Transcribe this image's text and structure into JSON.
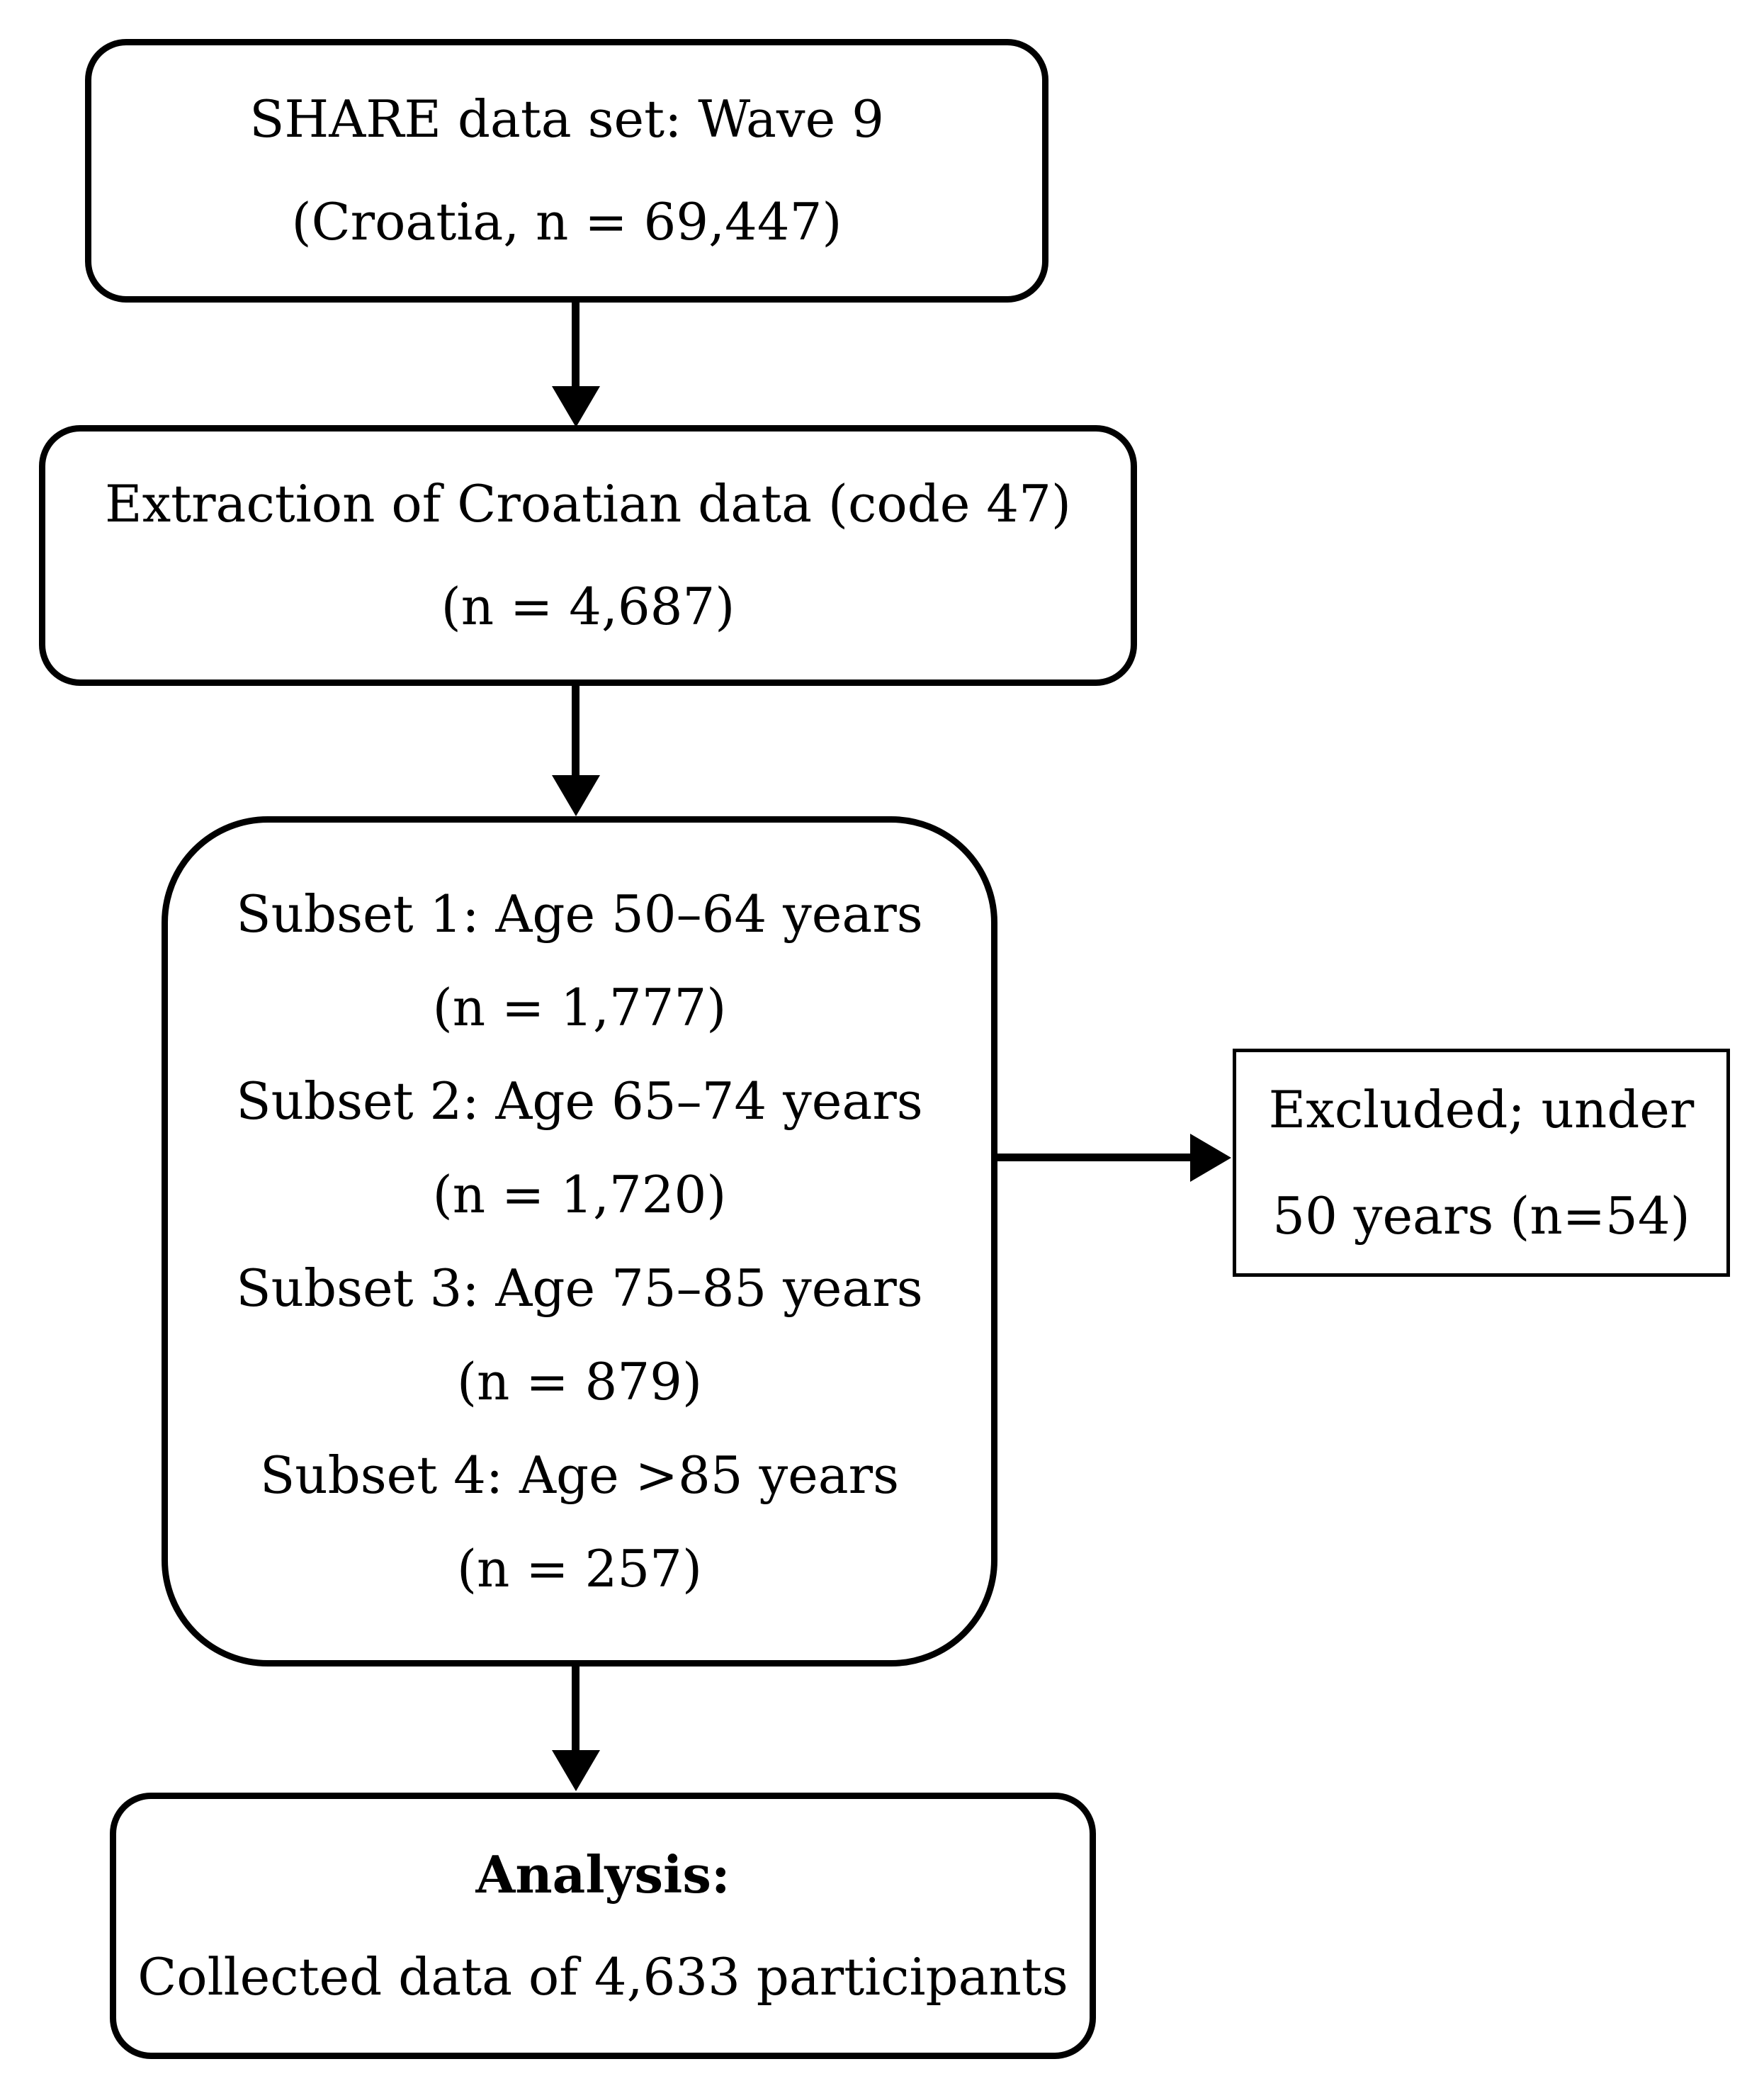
{
  "flowchart": {
    "colors": {
      "line": "#000000",
      "background": "#ffffff",
      "text": "#000000"
    },
    "share_box": {
      "line1": "SHARE data set: Wave 9",
      "line2": "(Croatia, n = 69,447)"
    },
    "extraction_box": {
      "line1": "Extraction of Croatian data (code 47)",
      "line2": "(n = 4,687)"
    },
    "subsets_box": {
      "lines": [
        "Subset 1: Age 50–64 years",
        "(n = 1,777)",
        "Subset 2: Age 65–74 years",
        "(n = 1,720)",
        "Subset 3: Age 75–85 years",
        "(n = 879)",
        "Subset 4: Age >85 years",
        "(n = 257)"
      ]
    },
    "excluded_box": {
      "line1": "Excluded; under",
      "line2": "50 years (n=54)"
    },
    "analysis_box": {
      "heading": "Analysis:",
      "line2": "Collected data of 4,633 participants"
    }
  }
}
